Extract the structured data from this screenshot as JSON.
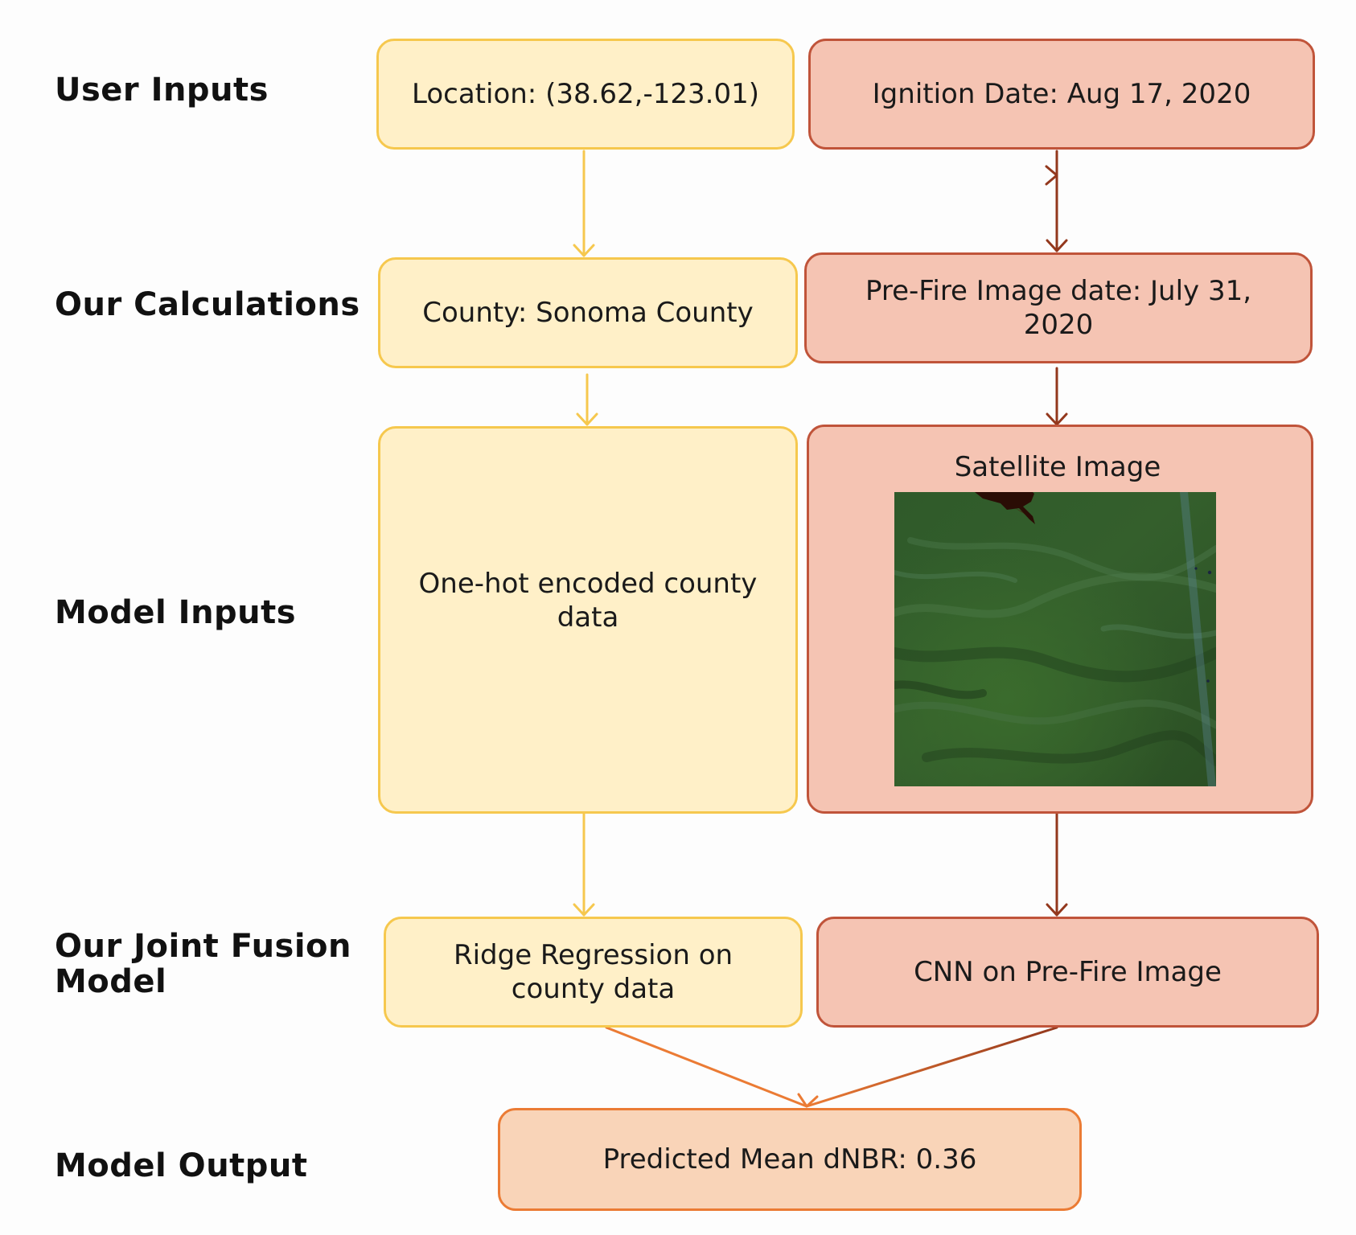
{
  "rows": {
    "user_inputs": "User Inputs",
    "our_calculations": "Our Calculations",
    "model_inputs": "Model Inputs",
    "joint_fusion": "Our Joint Fusion\nModel",
    "model_output": "Model Output"
  },
  "user_inputs": {
    "location": "Location: (38.62,-123.01)",
    "ignition_date": "Ignition Date: Aug 17, 2020"
  },
  "calculations": {
    "county": "County: Sonoma County",
    "prefire_date": "Pre-Fire Image date: July 31, 2020"
  },
  "model_inputs": {
    "county_data": "One-hot encoded county data",
    "satellite_title": "Satellite Image"
  },
  "fusion": {
    "ridge": "Ridge Regression on county data",
    "cnn": "CNN on Pre-Fire Image"
  },
  "output": {
    "prediction": "Predicted Mean dNBR: 0.36"
  },
  "colors": {
    "yellow_fill": "#fff0c8",
    "yellow_stroke": "#f6c84e",
    "red_fill": "#f5c4b3",
    "red_stroke": "#c0543a",
    "orange_fill": "#f9d4b8",
    "orange_stroke": "#eb7b34"
  }
}
